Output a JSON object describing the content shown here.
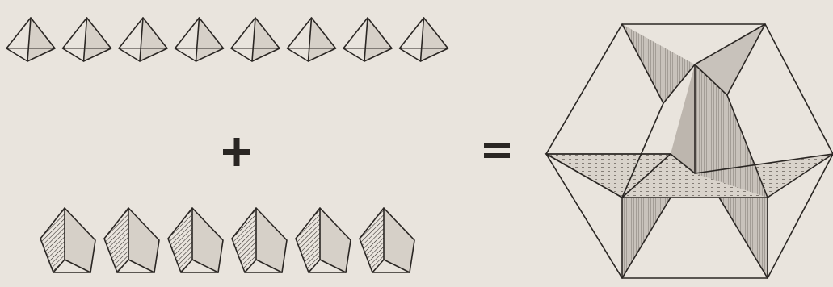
{
  "diagram": {
    "top_row": {
      "shape": "tetrahedron",
      "count": 8
    },
    "bottom_row": {
      "shape": "square-pyramid",
      "count": 6
    },
    "operators": {
      "plus": "+",
      "equals": "="
    },
    "result": {
      "shape": "cube-dissection",
      "shading_colors": {
        "dark": "#c8c2bb",
        "dotted_plane": "#d9d3cb"
      }
    },
    "ink_color": "#2a2623",
    "background_color": "#e9e4dd"
  }
}
